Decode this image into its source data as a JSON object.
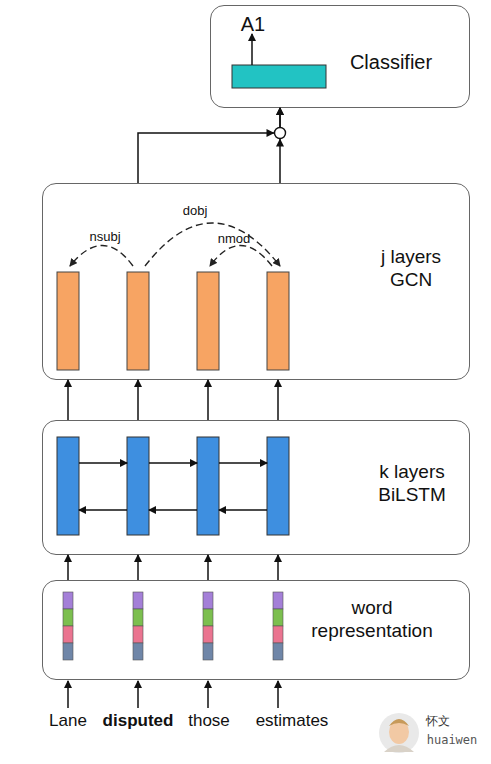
{
  "diagram": {
    "nodes": [
      {
        "text": [
          "A1",
          "Classifier"
        ]
      },
      {
        "text": [
          "j layers GCN"
        ]
      },
      {
        "text": [
          "k layers BiLSTM"
        ]
      },
      {
        "text": [
          "word representation"
        ]
      }
    ],
    "edges": [
      {
        "from": 3,
        "to": 2,
        "arrow": "to"
      },
      {
        "from": 3,
        "to": 2,
        "arrow": "to"
      },
      {
        "from": 3,
        "to": 2,
        "arrow": "to"
      },
      {
        "from": 3,
        "to": 2,
        "arrow": "to"
      },
      {
        "from": 2,
        "to": 1,
        "arrow": "to"
      },
      {
        "from": 2,
        "to": 1,
        "arrow": "to"
      },
      {
        "from": 2,
        "to": 1,
        "arrow": "to"
      },
      {
        "from": 2,
        "to": 1,
        "arrow": "to"
      },
      {
        "from": 1,
        "to": 0,
        "arrow": "to"
      },
      {
        "from": 1,
        "to": 0,
        "arrow": "to"
      }
    ],
    "labels": [
      "nsubj",
      "dobj",
      "nmod",
      "Lane",
      "disputed",
      "those",
      "estimates",
      "怀文",
      "huaiwen"
    ]
  }
}
